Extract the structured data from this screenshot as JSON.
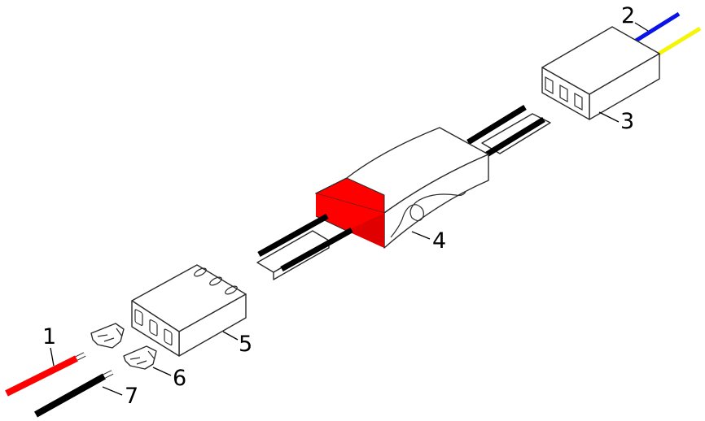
{
  "labels": {
    "wire_red": "1",
    "wire_pair_blue_yellow": "2",
    "connector_right": "3",
    "heater_element": "4",
    "connector_left": "5",
    "crimp_terminal": "6",
    "wire_black": "7"
  },
  "colors": {
    "red": "#ff0000",
    "black": "#000000",
    "blue": "#0a14e6",
    "yellow": "#f5f50a",
    "outline": "#2b2b2b",
    "background": "#ffffff"
  }
}
